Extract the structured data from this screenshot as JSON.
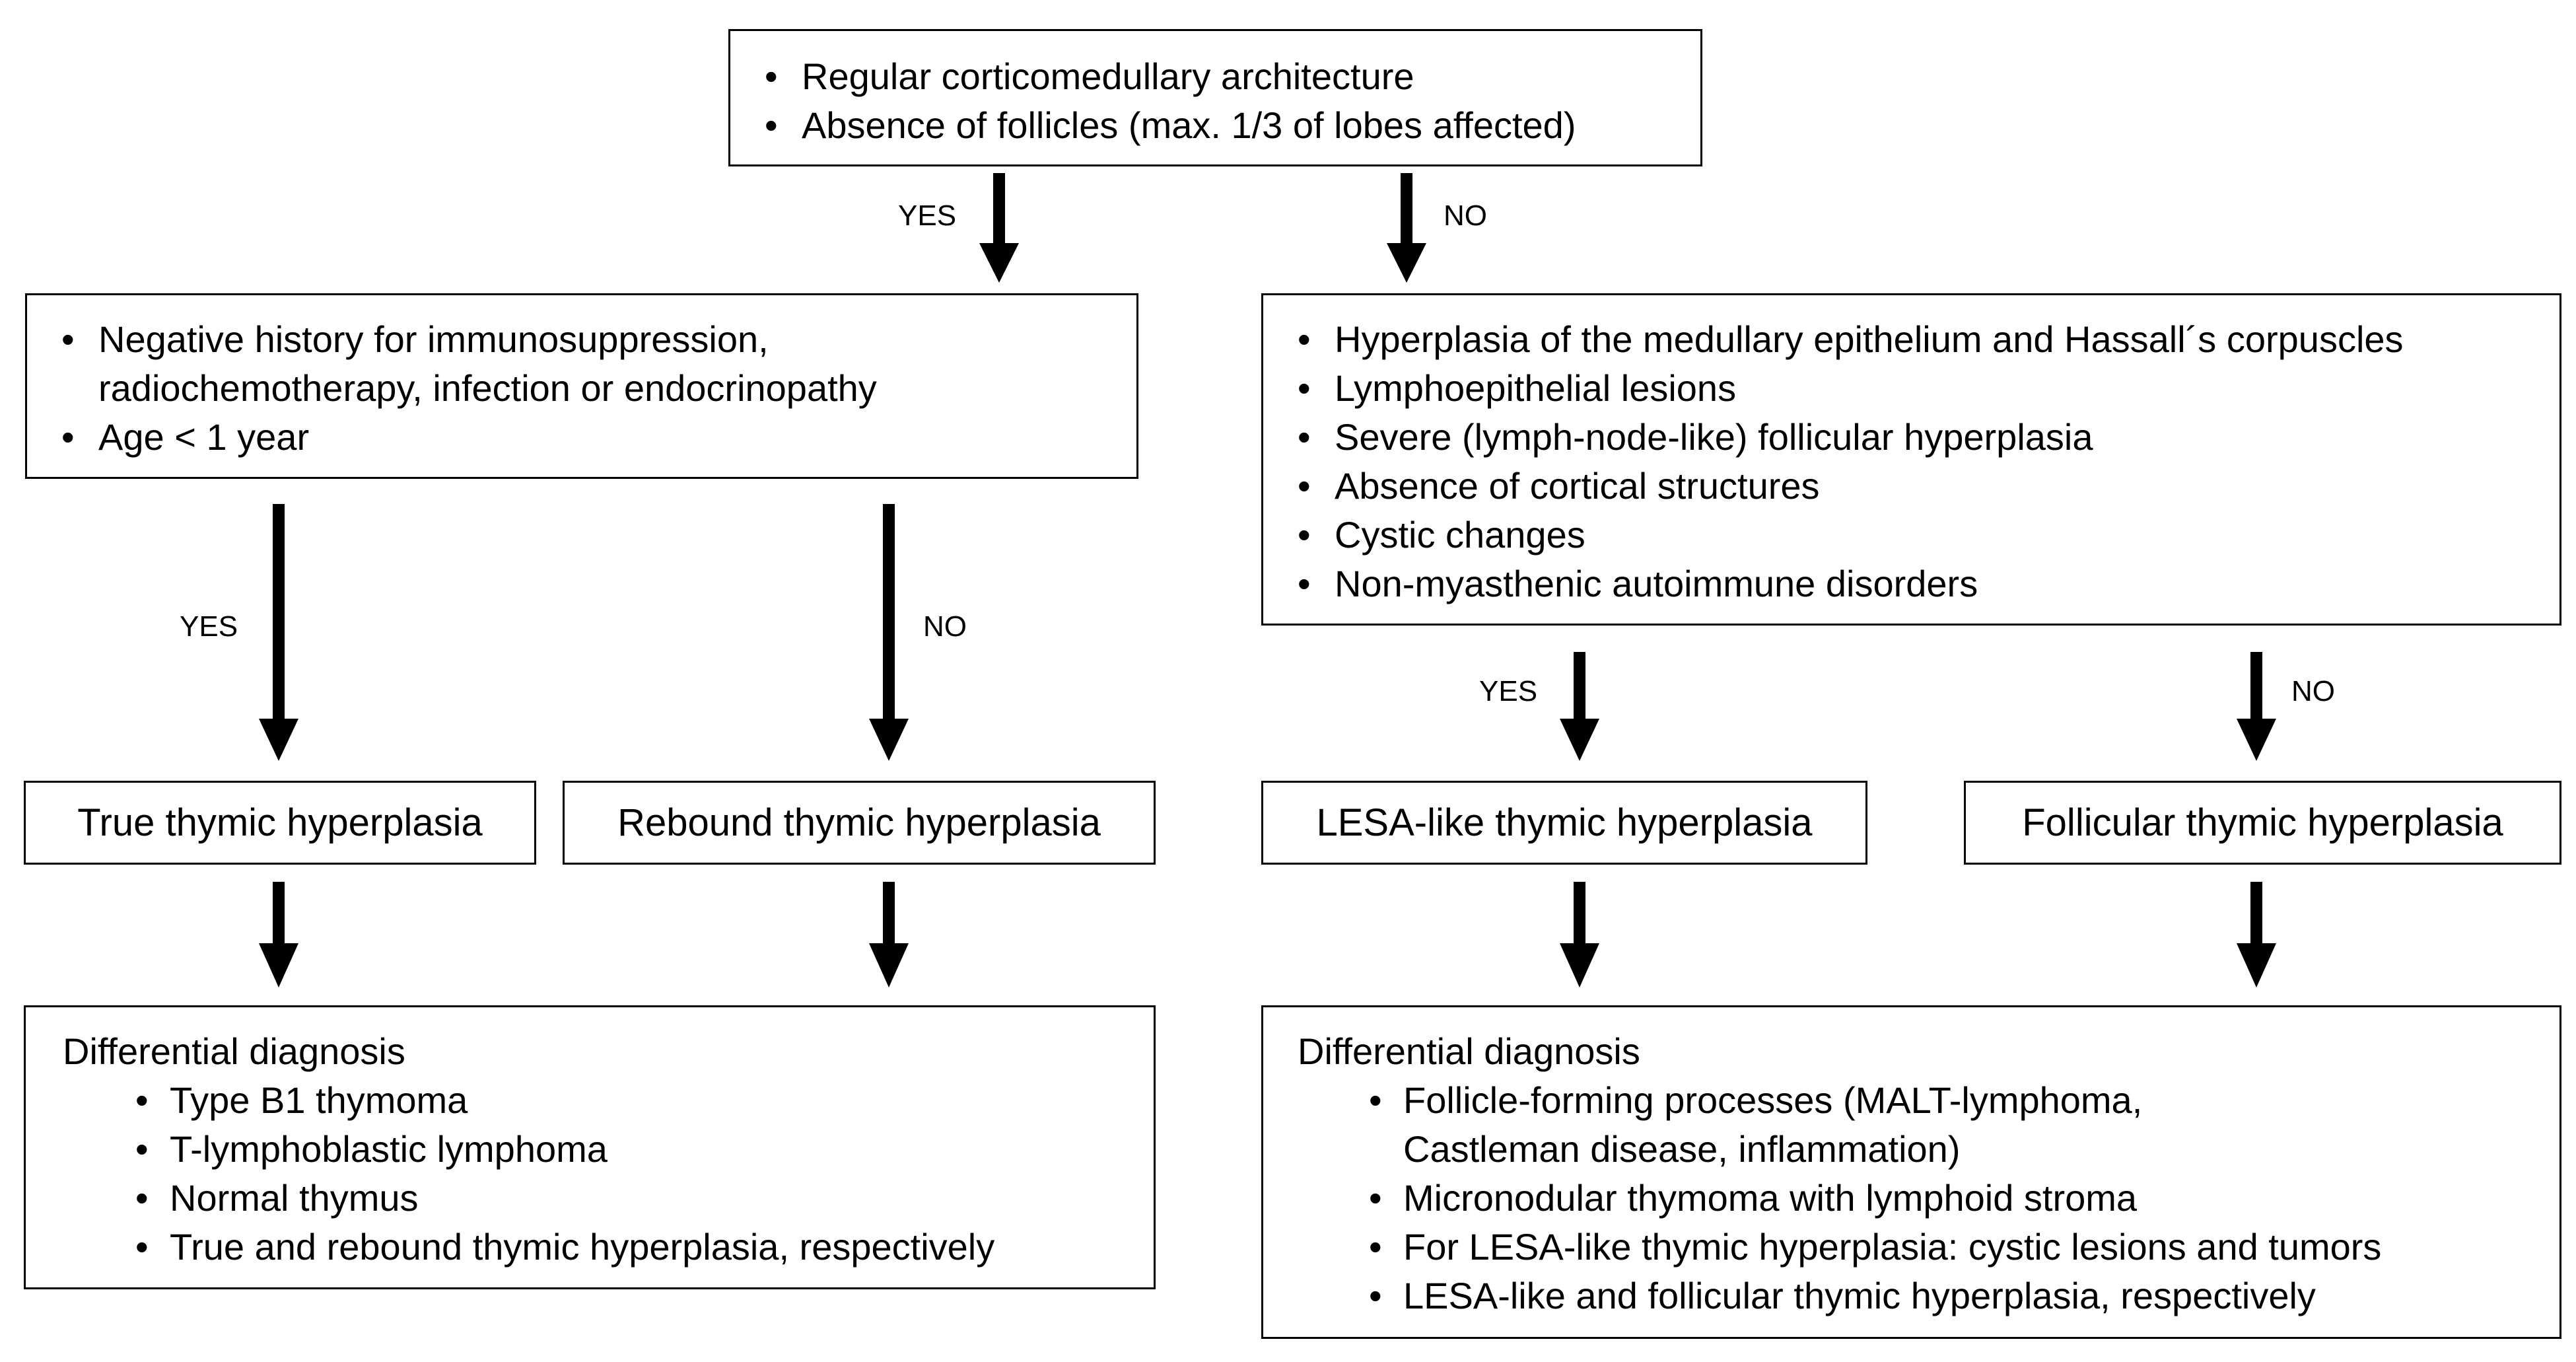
{
  "top_box": {
    "items": [
      "Regular corticomedullary architecture",
      "Absence of follicles (max. 1/3 of lobes affected)"
    ]
  },
  "left_box": {
    "items": [
      "Negative history for immunosuppression,\nradiochemotherapy, infection or endocrinopathy",
      "Age < 1 year"
    ]
  },
  "right_box": {
    "items": [
      "Hyperplasia of the medullary epithelium and Hassall´s corpuscles",
      "Lymphoepithelial lesions",
      "Severe (lymph-node-like) follicular hyperplasia",
      "Absence of cortical structures",
      "Cystic changes",
      "Non-myasthenic autoimmune disorders"
    ]
  },
  "outcomes": {
    "true": "True thymic hyperplasia",
    "rebound": "Rebound thymic hyperplasia",
    "lesa": "LESA-like thymic hyperplasia",
    "follicular": "Follicular thymic hyperplasia"
  },
  "dd_left": {
    "title": "Differential diagnosis",
    "items": [
      "Type B1 thymoma",
      "T-lymphoblastic lymphoma",
      "Normal thymus",
      "True and rebound thymic hyperplasia, respectively"
    ]
  },
  "dd_right": {
    "title": "Differential diagnosis",
    "items": [
      "Follicle-forming processes (MALT-lymphoma,\nCastleman disease, inflammation)",
      "Micronodular thymoma with lymphoid stroma",
      "For LESA-like thymic hyperplasia: cystic lesions and tumors",
      "LESA-like and follicular thymic hyperplasia, respectively"
    ]
  },
  "labels": {
    "yes": "YES",
    "no": "NO"
  },
  "bullet_char": "•"
}
